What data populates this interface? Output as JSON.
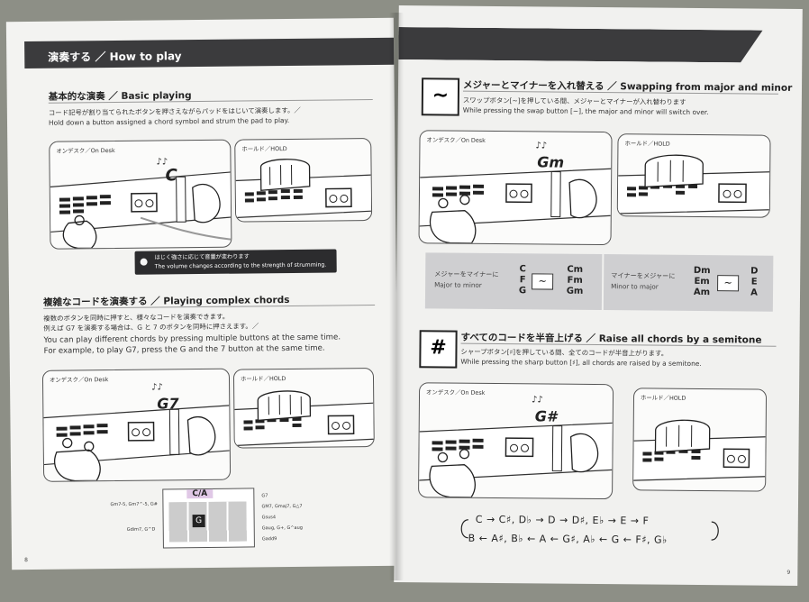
{
  "left_page": {
    "banner_title": "演奏する ／ How to play",
    "basic": {
      "heading": "基本的な演奏 ／ Basic playing",
      "line_ja": "コード記号が割り当てられたボタンを押さえながらパッドをはじいて演奏します。／",
      "line_en": "Hold down a button assigned a chord symbol and strum the pad to play.",
      "panel_desk": "オンデスク／On Desk",
      "panel_hold": "ホールド／HOLD",
      "chord": "C",
      "callout_ja": "はじく強さに応じて音量が変わります",
      "callout_en": "The volume changes according to the strength of strumming."
    },
    "complex": {
      "heading": "複雑なコードを演奏する ／ Playing complex chords",
      "line1_ja": "複数のボタンを同時に押すと、様々なコードを演奏できます。",
      "line2_ja": "例えば G7 を演奏する場合は、G と 7 のボタンを同時に押さえます。／",
      "line3_en": "You can play different chords by pressing multiple buttons at the same time.",
      "line4_en": "For example, to play G7, press the G and the 7 button at the same time.",
      "panel_desk": "オンデスク／On Desk",
      "panel_hold": "ホールド／HOLD",
      "chord": "G7"
    },
    "diagram": {
      "display": "C/A",
      "left_labels": [
        "Gm7-5, Gm7^-5, G#",
        "Gdim7, G^D"
      ],
      "right_labels": [
        "G7",
        "GM7, Gmaj7, G△7",
        "Gsus4",
        "Gaug, G+, G^aug",
        "Gadd9"
      ]
    },
    "page_number": "8"
  },
  "right_page": {
    "swap": {
      "icon": "∼",
      "heading": "メジャーとマイナーを入れ替える ／ Swapping from major and minor",
      "line_ja": "スワップボタン[∼]を押している間、メジャーとマイナーが入れ替わります",
      "line_en": "While pressing the swap button [∼], the major and minor will switch over.",
      "panel_desk": "オンデスク／On Desk",
      "panel_hold": "ホールド／HOLD",
      "chord": "Gm",
      "box1_ja": "メジャーをマイナーに",
      "box1_en": "Major to minor",
      "box1_left": [
        "C",
        "F",
        "G"
      ],
      "box1_right": [
        "Cm",
        "Fm",
        "Gm"
      ],
      "box2_ja": "マイナーをメジャーに",
      "box2_en": "Minor to major",
      "box2_left": [
        "Dm",
        "Em",
        "Am"
      ],
      "box2_right": [
        "D",
        "E",
        "A"
      ],
      "swap_symbol": "∼"
    },
    "sharp": {
      "icon": "#",
      "heading": "すべてのコードを半音上げる ／ Raise all chords by a semitone",
      "line_ja": "シャープボタン[♯]を押している間、全てのコードが半音上がります。",
      "line_en": "While pressing the sharp button [♯], all chords are raised by a semitone.",
      "panel_desk": "オンデスク／On Desk",
      "panel_hold": "ホールド／HOLD",
      "chord": "G#",
      "seq_top": "C → C♯, D♭ → D → D♯, E♭ → E → F",
      "seq_bottom": "B ← A♯, B♭ ← A ← G♯, A♭ ← G ← F♯, G♭"
    },
    "page_number": "9"
  }
}
